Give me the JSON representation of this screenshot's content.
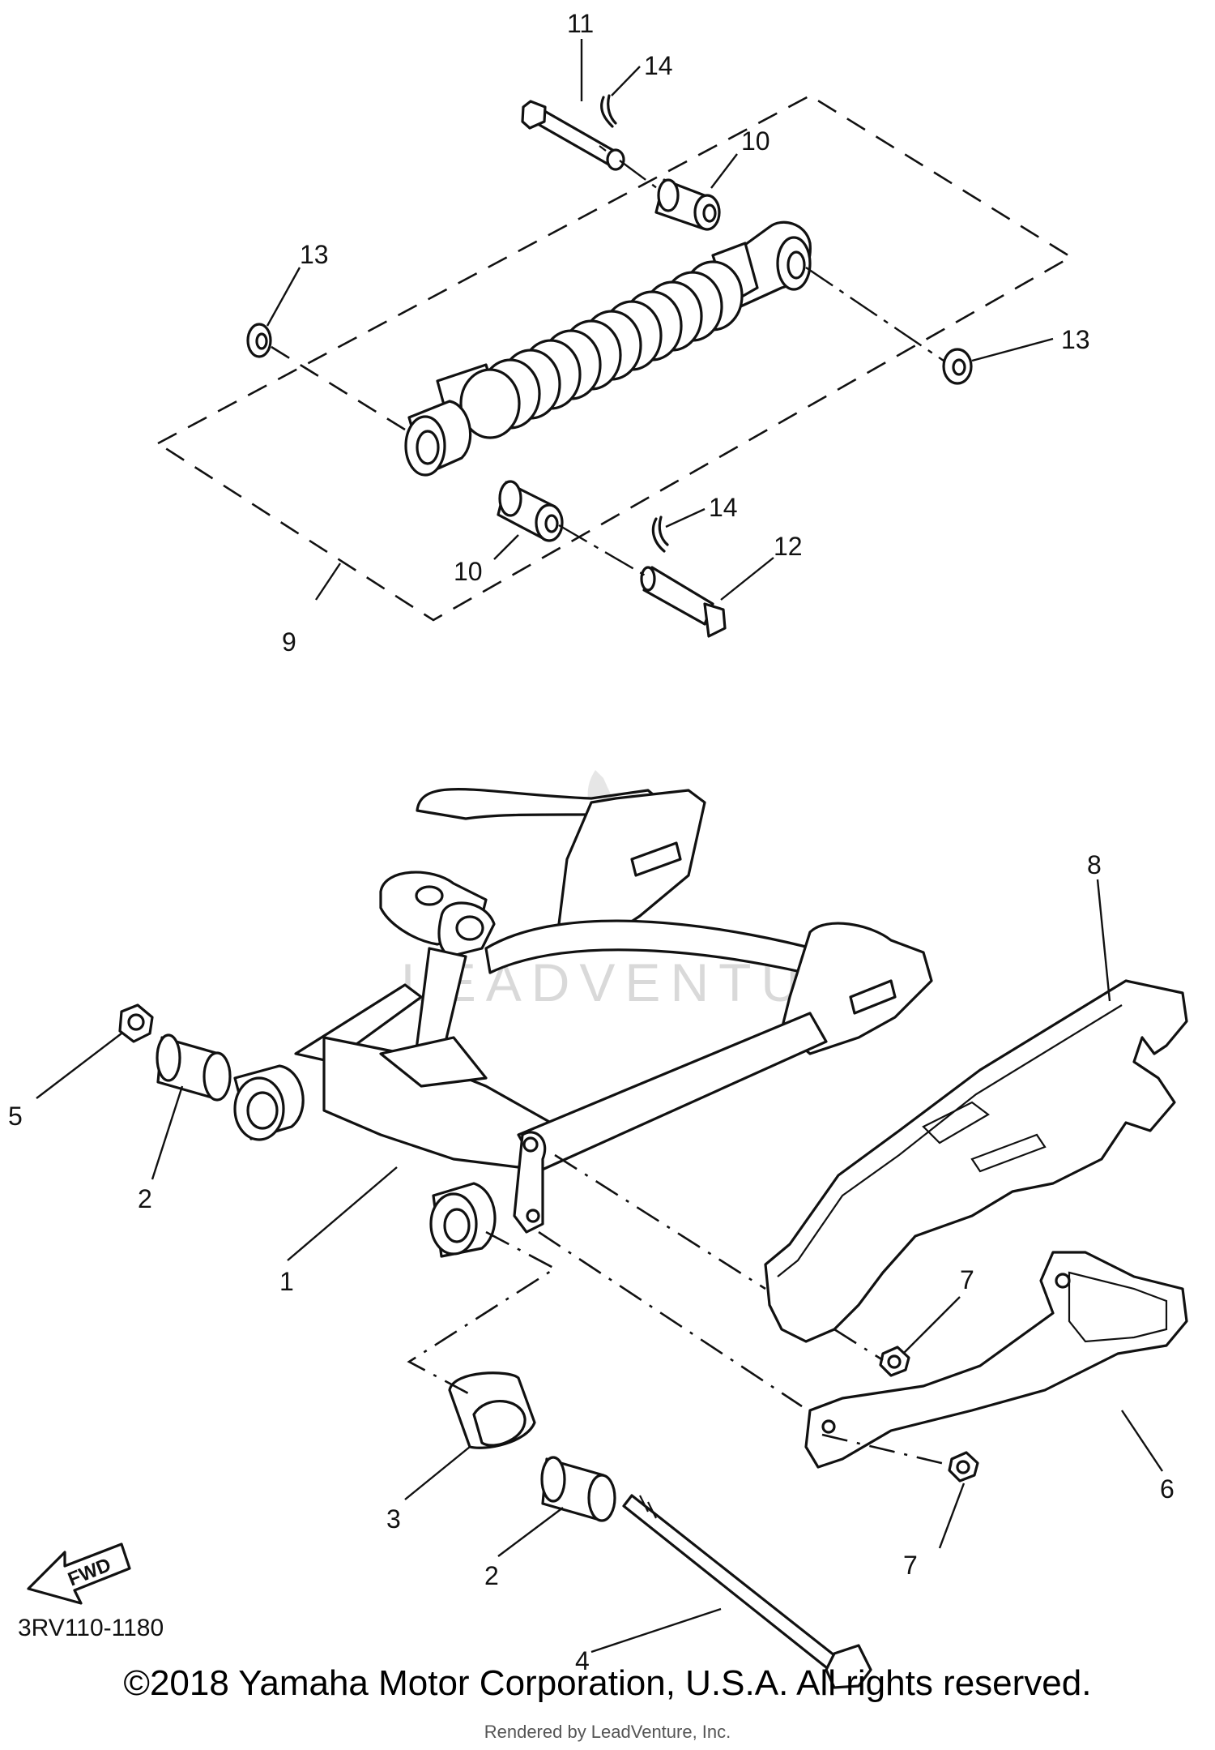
{
  "diagram": {
    "callouts": {
      "c1": "1",
      "c2a": "2",
      "c2b": "2",
      "c3": "3",
      "c4": "4",
      "c5": "5",
      "c6": "6",
      "c7a": "7",
      "c7b": "7",
      "c8": "8",
      "c9": "9",
      "c10a": "10",
      "c10b": "10",
      "c11": "11",
      "c12": "12",
      "c13a": "13",
      "c13b": "13",
      "c14a": "14",
      "c14b": "14"
    },
    "fwd_arrow_text": "FWD",
    "watermark_text": "LEADVENTURE",
    "reference_code": "3RV110-1180"
  },
  "footer": {
    "copyright": "©2018 Yamaha Motor Corporation, U.S.A. All rights reserved.",
    "rendered_by": "Rendered by LeadVenture, Inc."
  }
}
